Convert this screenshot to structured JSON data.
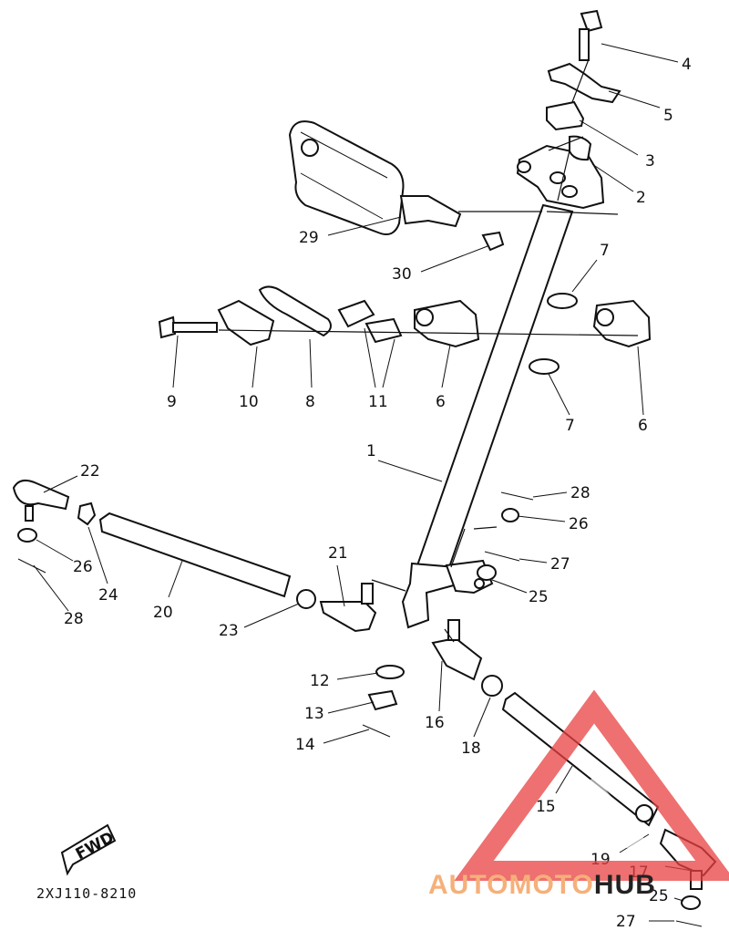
{
  "diagram_code": "2XJ110-8210",
  "fwd_label": "FWD",
  "watermark": {
    "brand_a": "AUTOMOTO",
    "brand_b": "HUB",
    "color_a": "#f5b07a",
    "color_b": "#222222",
    "triangle_color": "#e84040"
  },
  "callouts": [
    {
      "id": "c4",
      "text": "4"
    },
    {
      "id": "c5",
      "text": "5"
    },
    {
      "id": "c3",
      "text": "3"
    },
    {
      "id": "c2",
      "text": "2"
    },
    {
      "id": "c29",
      "text": "29"
    },
    {
      "id": "c30",
      "text": "30"
    },
    {
      "id": "c7a",
      "text": "7"
    },
    {
      "id": "c9",
      "text": "9"
    },
    {
      "id": "c10",
      "text": "10"
    },
    {
      "id": "c8",
      "text": "8"
    },
    {
      "id": "c11",
      "text": "11"
    },
    {
      "id": "c6a",
      "text": "6"
    },
    {
      "id": "c7b",
      "text": "7"
    },
    {
      "id": "c6b",
      "text": "6"
    },
    {
      "id": "c1",
      "text": "1"
    },
    {
      "id": "c22",
      "text": "22"
    },
    {
      "id": "c28a",
      "text": "28"
    },
    {
      "id": "c26a",
      "text": "26"
    },
    {
      "id": "c26b",
      "text": "26"
    },
    {
      "id": "c24",
      "text": "24"
    },
    {
      "id": "c20",
      "text": "20"
    },
    {
      "id": "c28b",
      "text": "28"
    },
    {
      "id": "c27a",
      "text": "27"
    },
    {
      "id": "c21",
      "text": "21"
    },
    {
      "id": "c25a",
      "text": "25"
    },
    {
      "id": "c23",
      "text": "23"
    },
    {
      "id": "c12",
      "text": "12"
    },
    {
      "id": "c13",
      "text": "13"
    },
    {
      "id": "c14",
      "text": "14"
    },
    {
      "id": "c16",
      "text": "16"
    },
    {
      "id": "c18",
      "text": "18"
    },
    {
      "id": "c15",
      "text": "15"
    },
    {
      "id": "c19",
      "text": "19"
    },
    {
      "id": "c17",
      "text": "17"
    },
    {
      "id": "c25b",
      "text": "25"
    },
    {
      "id": "c27b",
      "text": "27"
    }
  ]
}
